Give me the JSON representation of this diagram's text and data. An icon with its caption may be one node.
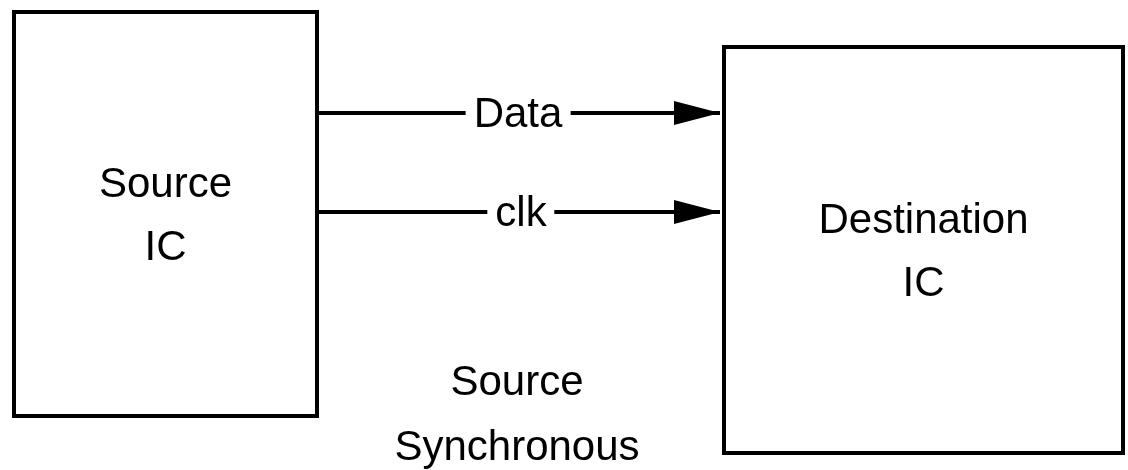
{
  "diagram": {
    "nodes": [
      {
        "text": [
          "Source IC"
        ]
      },
      {
        "text": [
          "Destination IC"
        ]
      }
    ],
    "edges": [
      {
        "from": 0,
        "to": 1,
        "arrow": "to",
        "label": "Data"
      },
      {
        "from": 0,
        "to": 1,
        "arrow": "to",
        "label": "clk"
      }
    ],
    "labels": [
      "Source Synchronous"
    ]
  }
}
